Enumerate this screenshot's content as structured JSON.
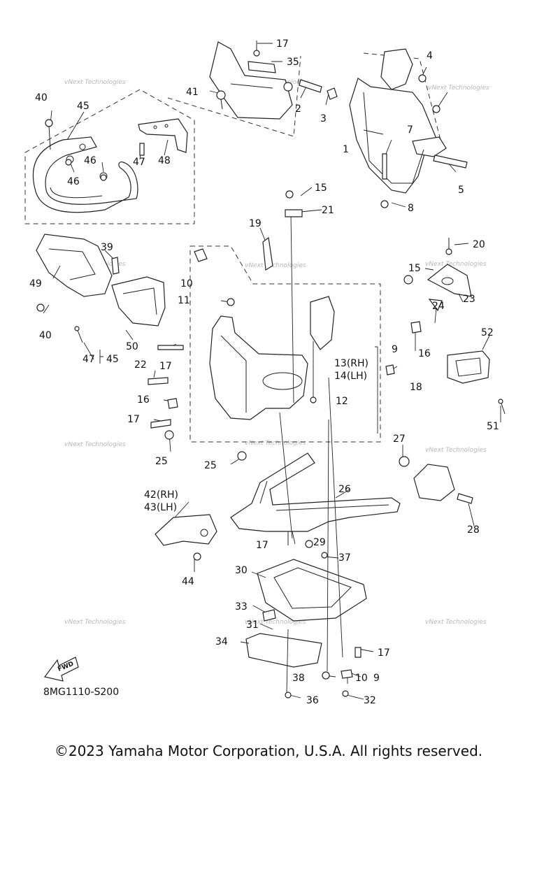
{
  "diagram": {
    "code": "8MG1110-S200",
    "fwd_label": "FWD",
    "watermark": "vNext Technologies",
    "callouts": [
      {
        "id": "c1",
        "text": "1"
      },
      {
        "id": "c2",
        "text": "2"
      },
      {
        "id": "c3",
        "text": "3"
      },
      {
        "id": "c4",
        "text": "4"
      },
      {
        "id": "c5",
        "text": "5"
      },
      {
        "id": "c7",
        "text": "7"
      },
      {
        "id": "c8",
        "text": "8"
      },
      {
        "id": "c9a",
        "text": "9"
      },
      {
        "id": "c9b",
        "text": "9"
      },
      {
        "id": "c10a",
        "text": "10"
      },
      {
        "id": "c10b",
        "text": "10"
      },
      {
        "id": "c11",
        "text": "11"
      },
      {
        "id": "c12",
        "text": "12"
      },
      {
        "id": "c13",
        "text": "13(RH)"
      },
      {
        "id": "c14",
        "text": "14(LH)"
      },
      {
        "id": "c15a",
        "text": "15"
      },
      {
        "id": "c15b",
        "text": "15"
      },
      {
        "id": "c16a",
        "text": "16"
      },
      {
        "id": "c16b",
        "text": "16"
      },
      {
        "id": "c17a",
        "text": "17"
      },
      {
        "id": "c17b",
        "text": "17"
      },
      {
        "id": "c17c",
        "text": "17"
      },
      {
        "id": "c17d",
        "text": "17"
      },
      {
        "id": "c17e",
        "text": "17"
      },
      {
        "id": "c18",
        "text": "18"
      },
      {
        "id": "c19",
        "text": "19"
      },
      {
        "id": "c20",
        "text": "20"
      },
      {
        "id": "c21",
        "text": "21"
      },
      {
        "id": "c22",
        "text": "22"
      },
      {
        "id": "c23",
        "text": "23"
      },
      {
        "id": "c24",
        "text": "24"
      },
      {
        "id": "c25a",
        "text": "25"
      },
      {
        "id": "c25b",
        "text": "25"
      },
      {
        "id": "c26",
        "text": "26"
      },
      {
        "id": "c27",
        "text": "27"
      },
      {
        "id": "c28",
        "text": "28"
      },
      {
        "id": "c29",
        "text": "29"
      },
      {
        "id": "c30",
        "text": "30"
      },
      {
        "id": "c31",
        "text": "31"
      },
      {
        "id": "c32",
        "text": "32"
      },
      {
        "id": "c33",
        "text": "33"
      },
      {
        "id": "c34",
        "text": "34"
      },
      {
        "id": "c35",
        "text": "35"
      },
      {
        "id": "c36",
        "text": "36"
      },
      {
        "id": "c37",
        "text": "37"
      },
      {
        "id": "c38",
        "text": "38"
      },
      {
        "id": "c39",
        "text": "39"
      },
      {
        "id": "c40a",
        "text": "40"
      },
      {
        "id": "c40b",
        "text": "40"
      },
      {
        "id": "c41",
        "text": "41"
      },
      {
        "id": "c42",
        "text": "42(RH)"
      },
      {
        "id": "c43",
        "text": "43(LH)"
      },
      {
        "id": "c44",
        "text": "44"
      },
      {
        "id": "c45a",
        "text": "45"
      },
      {
        "id": "c45b",
        "text": "45"
      },
      {
        "id": "c46a",
        "text": "46"
      },
      {
        "id": "c46b",
        "text": "46"
      },
      {
        "id": "c47a",
        "text": "47"
      },
      {
        "id": "c47b",
        "text": "47"
      },
      {
        "id": "c48",
        "text": "48"
      },
      {
        "id": "c49",
        "text": "49"
      },
      {
        "id": "c50",
        "text": "50"
      },
      {
        "id": "c51",
        "text": "51"
      },
      {
        "id": "c52",
        "text": "52"
      }
    ]
  },
  "footer": {
    "copyright": "©2023 Yamaha Motor Corporation, U.S.A. All rights reserved."
  }
}
